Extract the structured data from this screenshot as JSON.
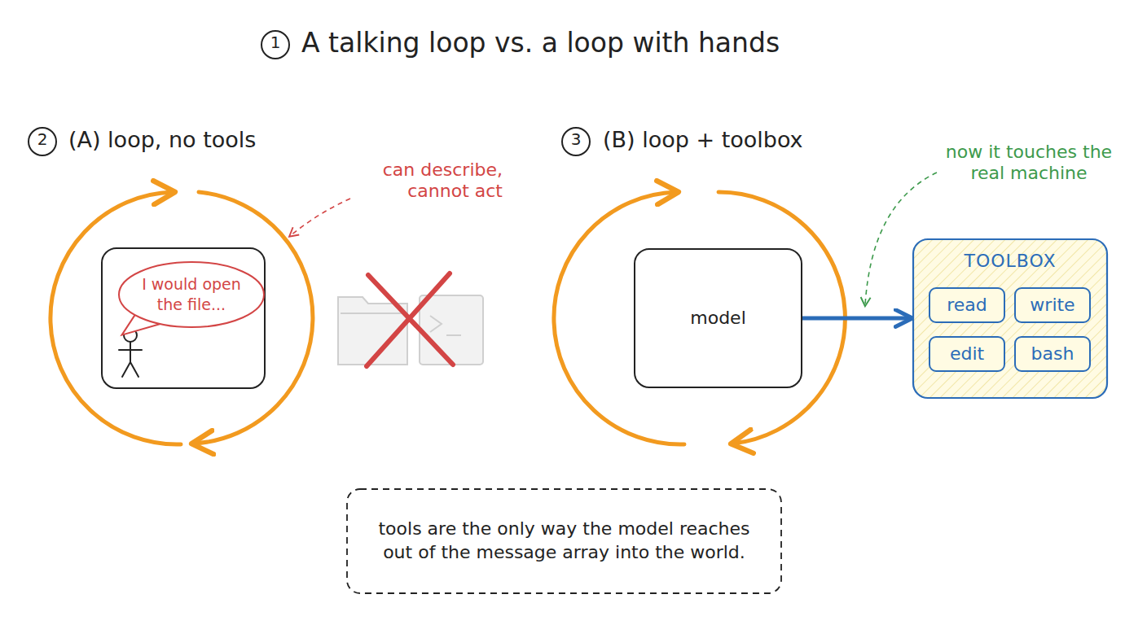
{
  "diagram": {
    "title": "A talking loop vs. a loop with hands",
    "nodes": [
      {
        "text": [
          "I would open the file..."
        ]
      },
      {
        "text": [
          "model"
        ]
      },
      {
        "text": [
          "TOOLBOX"
        ]
      },
      {
        "text": [
          "read"
        ],
        "in": 2
      },
      {
        "text": [
          "write"
        ],
        "in": 2
      },
      {
        "text": [
          "edit"
        ],
        "in": 2
      },
      {
        "text": [
          "bash"
        ],
        "in": 2
      },
      {
        "text": [
          "tools are the only way the model reaches out of the message array into the world."
        ]
      }
    ],
    "edges": [
      {
        "from": 1,
        "to": 2,
        "arrow": "to"
      }
    ],
    "labels": [
      "1",
      "2",
      "(A) loop, no tools",
      "can describe, cannot act",
      "3",
      "(B) loop + toolbox",
      "now it touches the real machine"
    ]
  }
}
